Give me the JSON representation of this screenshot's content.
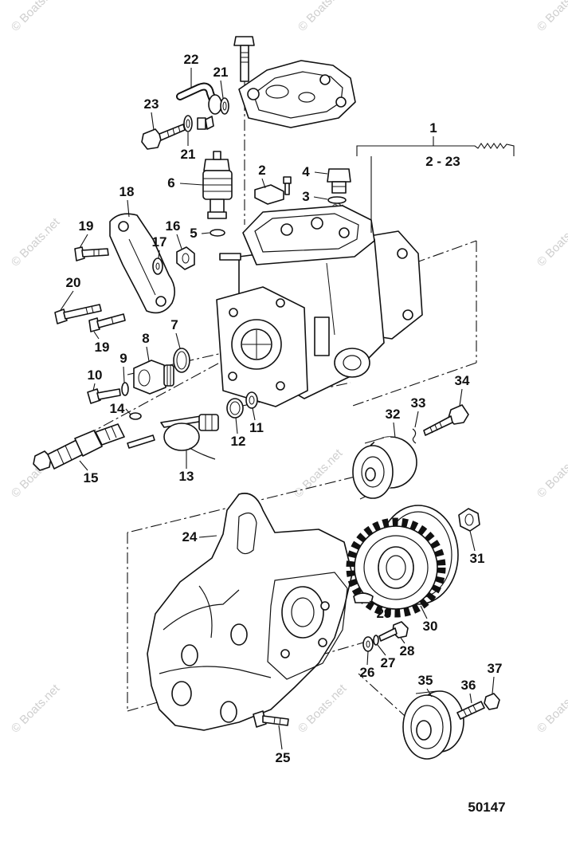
{
  "watermark": "© Boats.net",
  "figure_number": "50147",
  "callouts": {
    "c1": "1",
    "c2_23": "2 - 23",
    "c2": "2",
    "c3": "3",
    "c4": "4",
    "c5": "5",
    "c6": "6",
    "c7": "7",
    "c8": "8",
    "c9": "9",
    "c10": "10",
    "c11": "11",
    "c12": "12",
    "c13": "13",
    "c14": "14",
    "c15": "15",
    "c16": "16",
    "c17": "17",
    "c18": "18",
    "c19a": "19",
    "c19b": "19",
    "c20": "20",
    "c21a": "21",
    "c21b": "21",
    "c22": "22",
    "c23": "23",
    "c24": "24",
    "c25": "25",
    "c26": "26",
    "c27": "27",
    "c28": "28",
    "c29": "29",
    "c30": "30",
    "c31": "31",
    "c32": "32",
    "c33": "33",
    "c34": "34",
    "c35": "35",
    "c36": "36",
    "c37": "37"
  }
}
